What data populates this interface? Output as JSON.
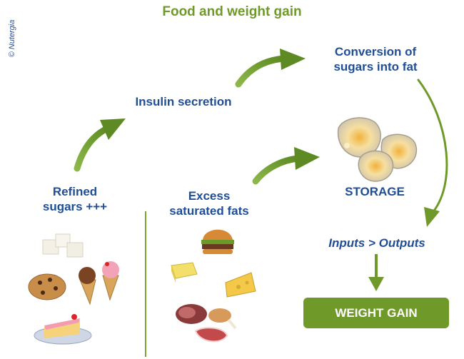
{
  "title": "Food and weight gain",
  "copyright": "© Nutergia",
  "nodes": {
    "insulin": "Insulin secretion",
    "conversion_line1": "Conversion of",
    "conversion_line2": "sugars into fat",
    "refined_line1": "Refined",
    "refined_line2": "sugars +++",
    "excess_line1": "Excess",
    "excess_line2": "saturated fats",
    "storage": "STORAGE",
    "inputs_outputs": "Inputs > Outputs",
    "weight_gain": "WEIGHT GAIN"
  },
  "colors": {
    "accent_green": "#6f9a2a",
    "text_blue": "#1f4e96"
  },
  "icons": [
    "sugar-cubes-icon",
    "cookie-icon",
    "ice-cream-icon",
    "cake-slice-icon",
    "burger-icon",
    "butter-icon",
    "cheese-icon",
    "meat-icon",
    "chicken-leg-icon",
    "steak-icon",
    "fat-cells-icon"
  ]
}
